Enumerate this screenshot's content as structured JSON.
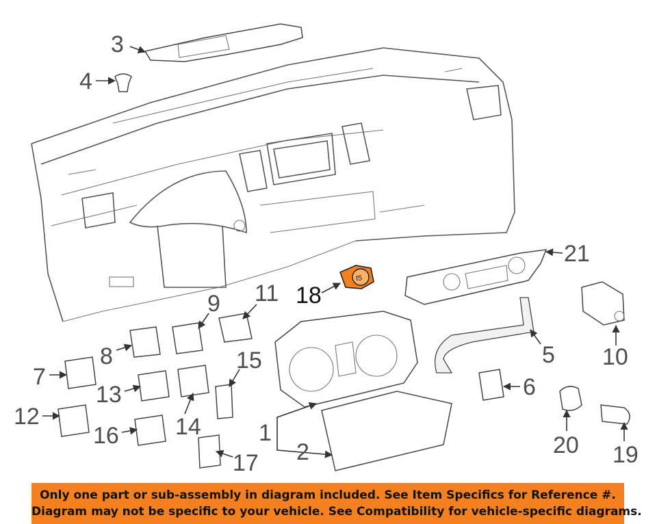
{
  "callouts": {
    "c1": "1",
    "c2": "2",
    "c3": "3",
    "c4": "4",
    "c5": "5",
    "c6": "6",
    "c7": "7",
    "c8": "8",
    "c9": "9",
    "c10": "10",
    "c11": "11",
    "c12": "12",
    "c13": "13",
    "c14": "14",
    "c15": "15",
    "c16": "16",
    "c17": "17",
    "c18": "18",
    "c19": "19",
    "c20": "20",
    "c21": "21"
  },
  "highlight": {
    "part": "18",
    "color": "#f4801f"
  },
  "banner": {
    "line1": "Only one part or sub-assembly in diagram included. See Item Specifics for Reference #.",
    "line2": "Diagram may not be specific to your vehicle. See Compatibility for vehicle-specific diagrams.",
    "background": "#f4801f"
  }
}
